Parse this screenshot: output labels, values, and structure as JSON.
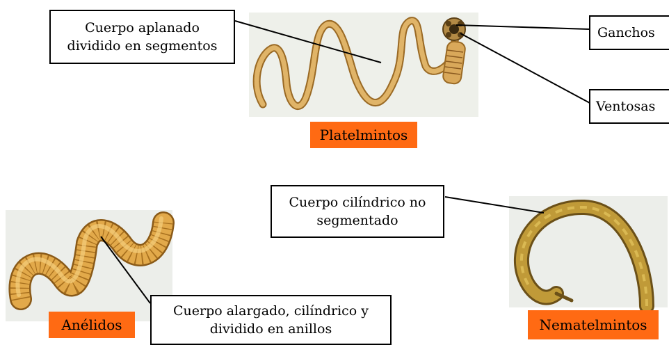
{
  "groups": {
    "platelmintos": {
      "name": "Platelmintos",
      "label_body": "Cuerpo aplanado\ndividido en segmentos",
      "label_hooks": "Ganchos",
      "label_suckers": "Ventosas"
    },
    "anelidos": {
      "name": "Anélidos",
      "label_body": "Cuerpo alargado, cilíndrico y\ndividido en anillos"
    },
    "nematelmintos": {
      "name": "Nematelmintos",
      "label_body": "Cuerpo cilíndrico no\nsegmentado"
    }
  },
  "colors": {
    "tag_bg": "#ff6a13",
    "worm_tan": "#d9a85a",
    "worm_dark": "#9a6a25",
    "nematode": "#b8902f"
  }
}
